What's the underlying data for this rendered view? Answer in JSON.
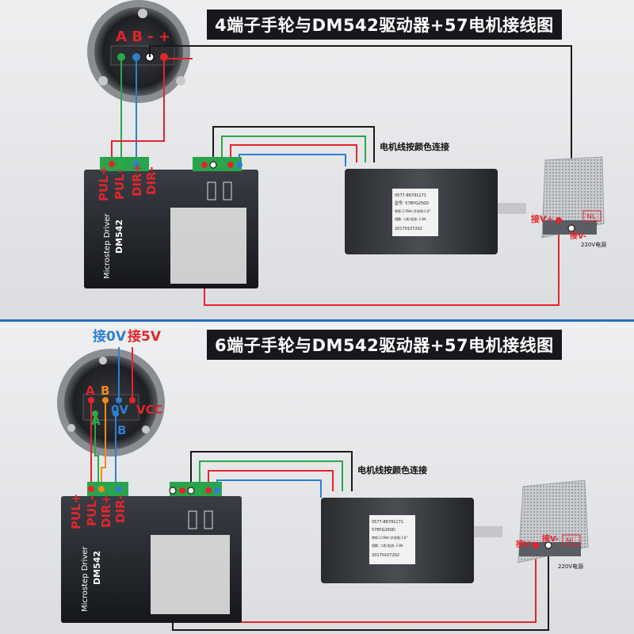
{
  "top": {
    "title": "4端子手轮与DM542驱动器+57电机接线图",
    "handwheel_terminals": "A B - +",
    "driver_labels": [
      "PUL+",
      "PUL-",
      "DIR+",
      "DIR-"
    ],
    "motor_wiring_note": "电机线按颜色连接",
    "psu_labels": {
      "vplus": "接V+",
      "vminus": "接V-",
      "nl": "NL",
      "mains": "220V电源"
    },
    "driver_brand": "Microstep Driver",
    "driver_model": "DM542",
    "motor_label_lines": [
      "0577-86791171",
      "型号: 57BYG250D",
      "转矩:2.5Nm  步进角:1.8°",
      "相数: 二相   电流: 2.8A",
      "20170107202"
    ]
  },
  "bottom": {
    "title": "6端子手轮与DM542驱动器+57电机接线图",
    "handwheel_labels": {
      "a": "A",
      "b": "B",
      "a_bar": "Ā",
      "b_bar": "B",
      "zero_v": "0V",
      "vcc": "VCC"
    },
    "supply_labels": {
      "zero_v": "接0V",
      "five_v": "接5V"
    },
    "driver_labels": [
      "PUL+",
      "PUL-",
      "DIR+",
      "DIR-"
    ],
    "motor_wiring_note": "电机线按颜色连接",
    "psu_labels": {
      "vplus": "接V+",
      "vminus": "接V-",
      "nl": "NL",
      "mains": "220V电源"
    },
    "driver_brand": "Microstep Driver",
    "driver_model": "DM542",
    "motor_label_lines": [
      "0577-86791171",
      "57BYG250D",
      "转矩:2.5Nm  步进角:1.8°",
      "相数: 二相   电流: 2.8A",
      "20170107202"
    ]
  },
  "colors": {
    "red": "#e0262b",
    "green": "#2aa84a",
    "blue": "#2f7fd0",
    "orange": "#f08a1c",
    "black": "#1a1a1a",
    "white": "#ffffff",
    "divider": "#2a6fbe"
  }
}
